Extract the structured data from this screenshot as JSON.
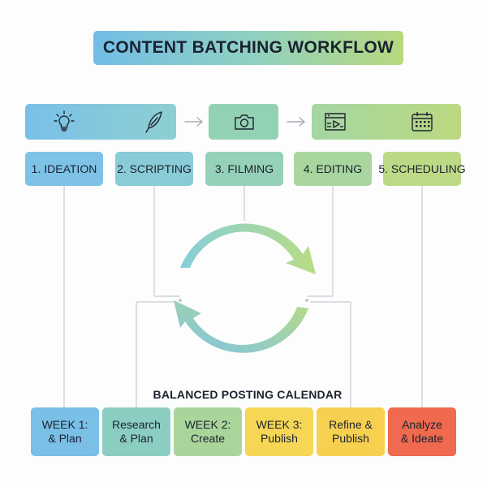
{
  "title": "CONTENT BATCHING WORKFLOW",
  "stages": [
    {
      "label": "1. IDEATION",
      "icon": "lightbulb-icon"
    },
    {
      "label": "2. SCRIPTING",
      "icon": "feather-quill-icon"
    },
    {
      "label": "3. FILMING",
      "icon": "camera-icon"
    },
    {
      "label": "4. EDITING",
      "icon": "video-editor-icon"
    },
    {
      "label": "5. SCHEDULING",
      "icon": "calendar-icon"
    }
  ],
  "cycle_icon": "cycle-arrows-icon",
  "calendar": {
    "title": "BALANCED POSTING CALENDAR",
    "weeks": [
      {
        "label": "WEEK 1:\n& Plan"
      },
      {
        "label": "Research\n& Plan"
      },
      {
        "label": "WEEK 2:\nCreate"
      },
      {
        "label": "WEEK 3:\nPublish"
      },
      {
        "label": "Refine &\nPublish"
      },
      {
        "label": "Analyze\n& Ideate"
      }
    ]
  },
  "colors": {
    "blue": "#79bfe6",
    "teal": "#8ccdc2",
    "green": "#a9d59b",
    "lime": "#bcda86",
    "yellow": "#f6d755",
    "red": "#ef6a4e",
    "line": "#c4c9cf"
  }
}
